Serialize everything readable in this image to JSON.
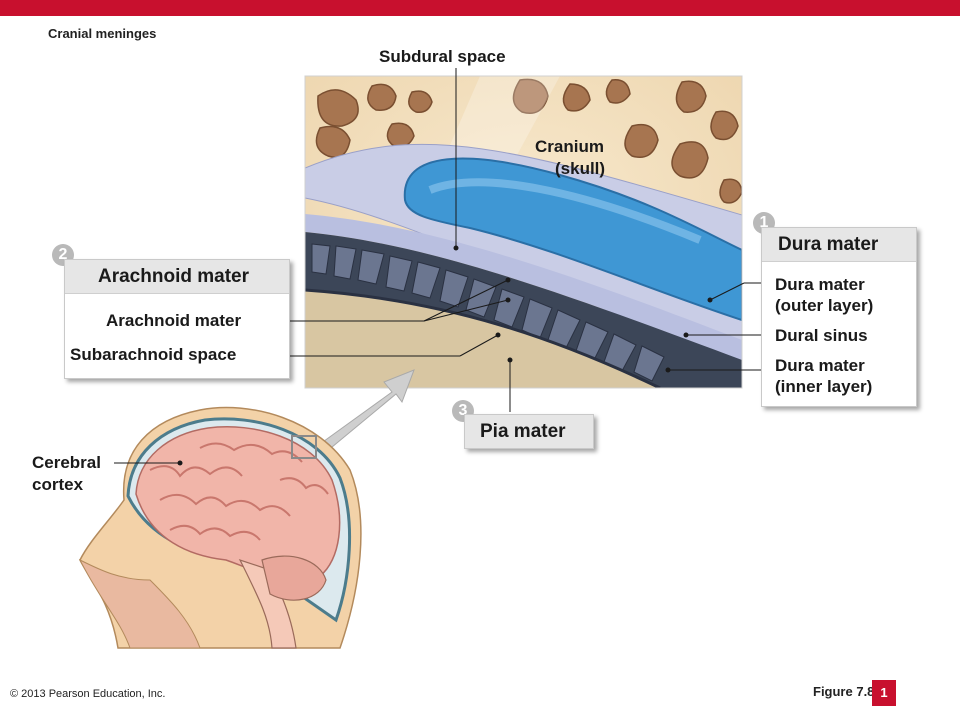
{
  "section_title": "Cranial meninges",
  "labels": {
    "subdural_space": "Subdural space",
    "cranium_line1": "Cranium",
    "cranium_line2": "(skull)",
    "cerebral_line1": "Cerebral",
    "cerebral_line2": "cortex"
  },
  "dura_card": {
    "badge": "1",
    "title": "Dura mater",
    "items": [
      "Dura mater",
      "(outer layer)",
      "Dural sinus",
      "Dura mater",
      "(inner layer)"
    ]
  },
  "arachnoid_card": {
    "badge": "2",
    "title": "Arachnoid mater",
    "items": [
      "Arachnoid mater",
      "Subarachnoid space"
    ]
  },
  "pia_card": {
    "badge": "3",
    "title": "Pia mater"
  },
  "footer": {
    "copyright": "© 2013 Pearson Education, Inc.",
    "figure": "Figure 7.8",
    "page": "1"
  },
  "colors": {
    "accent_red": "#c8102e",
    "bone": "#f2e0c0",
    "bone_dark": "#9a6b45",
    "dural_sinus": "#3f97d4",
    "meninges_dark": "#3c4658",
    "dura_membrane": "#c9cde6"
  }
}
